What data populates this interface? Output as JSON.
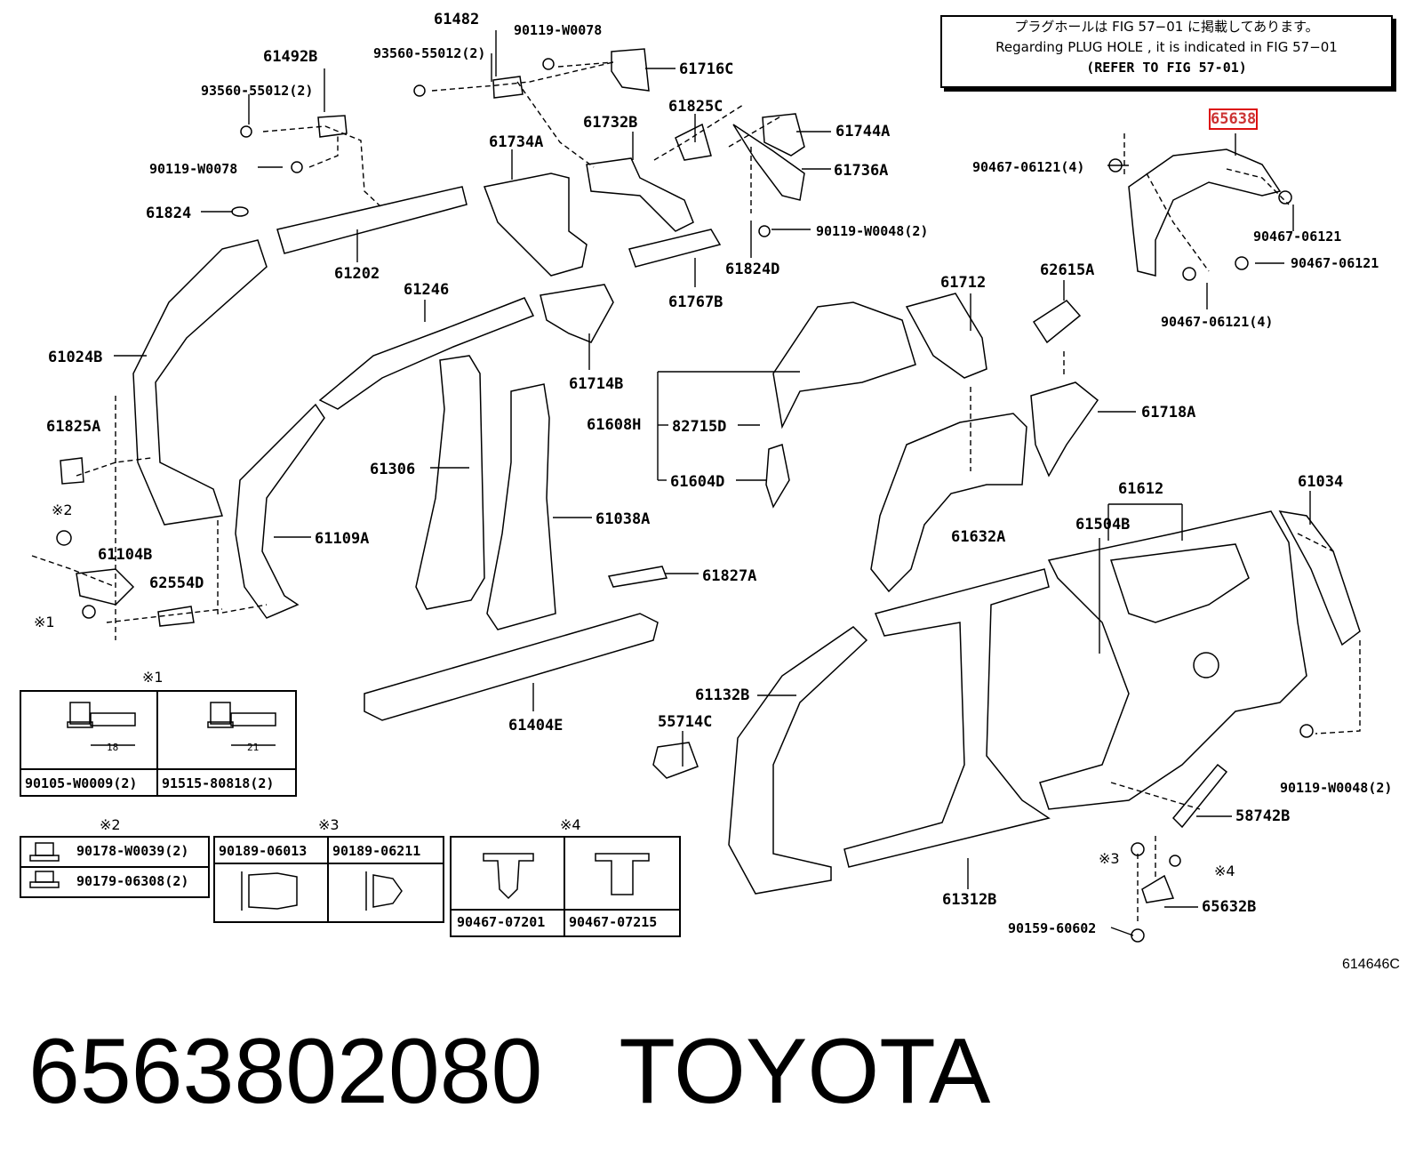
{
  "notice": {
    "line1": "プラグホールは FIG 57−01 に掲載してあります。",
    "line2": "Regarding PLUG HOLE , it is indicated in FIG 57−01",
    "line3": "(REFER TO FIG 57-01)"
  },
  "labels": {
    "p61482": "61482",
    "p90119W0078a": "90119-W0078",
    "p93560a": "93560-55012(2)",
    "p61716C": "61716C",
    "p61492B": "61492B",
    "p93560b": "93560-55012(2)",
    "p61732B": "61732B",
    "p61825C": "61825C",
    "p61744A": "61744A",
    "p61734A": "61734A",
    "p90119W0078b": "90119-W0078",
    "p61736A": "61736A",
    "p61824": "61824",
    "p90119W0048a": "90119-W0048(2)",
    "p61824D": "61824D",
    "p61202": "61202",
    "p61767B": "61767B",
    "p61246": "61246",
    "p61024B": "61024B",
    "p61714B": "61714B",
    "p61825A": "61825A",
    "p61306": "61306",
    "p61608H": "61608H",
    "p82715D": "82715D",
    "p61604D": "61604D",
    "p61038A": "61038A",
    "p61109A": "61109A",
    "p61104B": "61104B",
    "p62554D": "62554D",
    "p61827A": "61827A",
    "p61404E": "61404E",
    "p61712": "61712",
    "p62615A": "62615A",
    "p61718A": "61718A",
    "p61632A": "61632A",
    "p61612": "61612",
    "p61504B": "61504B",
    "p61034": "61034",
    "p61132B": "61132B",
    "p55714C": "55714C",
    "p61312B": "61312B",
    "p58742B": "58742B",
    "p65632B": "65632B",
    "p90159": "90159-60602",
    "p90119W0048b": "90119-W0048(2)",
    "p65638": "65638",
    "p90467a": "90467-06121(4)",
    "p90467b": "90467-06121",
    "p90467c": "90467-06121",
    "p90467d": "90467-06121(4)",
    "mark2a": "※2",
    "mark1a": "※1",
    "mark3a": "※3",
    "mark4a": "※4"
  },
  "legend": {
    "g1": {
      "mark": "※1",
      "a": "90105-W0009(2)",
      "b": "91515-80818(2)",
      "dim_a": "18",
      "dim_b": "21"
    },
    "g2": {
      "mark": "※2",
      "a": "90178-W0039(2)",
      "b": "90179-06308(2)"
    },
    "g3": {
      "mark": "※3",
      "a": "90189-06013",
      "b": "90189-06211"
    },
    "g4": {
      "mark": "※4",
      "a": "90467-07201",
      "b": "90467-07215"
    }
  },
  "figure_code": "614646C",
  "footer": {
    "part_number": "6563802080",
    "brand": "TOYOTA"
  },
  "colors": {
    "line": "#000000",
    "highlight": "#d11111"
  }
}
